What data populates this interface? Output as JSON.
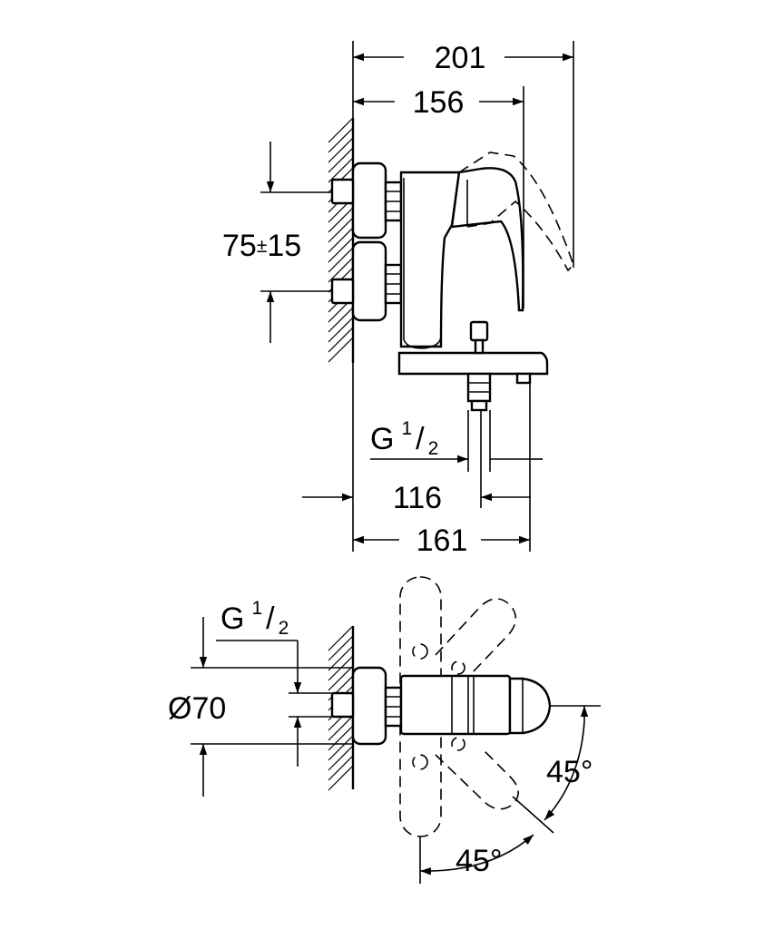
{
  "side_view": {
    "dim_total_depth": "201",
    "dim_handle_depth": "156",
    "dim_centers_value": "75",
    "dim_centers_sep": "±",
    "dim_centers_tol": "15",
    "thread_letter": "G",
    "thread_num": "1",
    "thread_den": "2",
    "dim_outlet": "116",
    "dim_spout": "161"
  },
  "top_view": {
    "thread_letter": "G",
    "thread_num": "1",
    "thread_den": "2",
    "dim_rosette": "Ø70",
    "angle_upper": "45°",
    "angle_lower": "45°"
  }
}
